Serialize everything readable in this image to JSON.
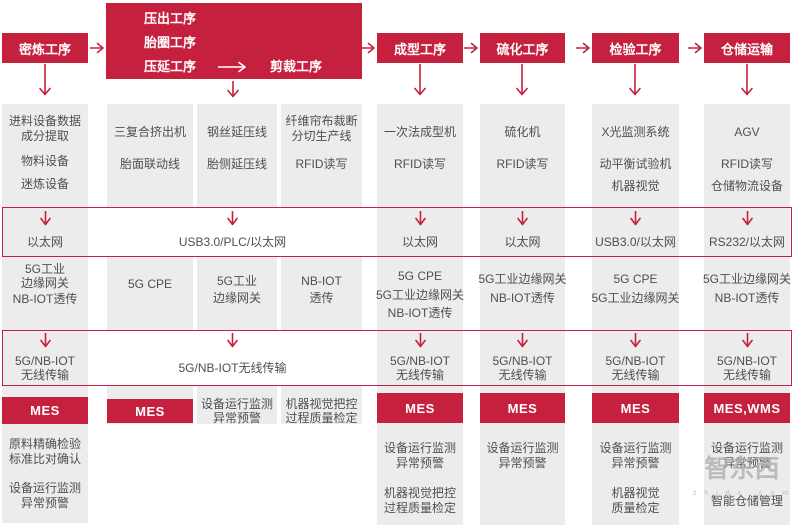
{
  "colors": {
    "red": "#C5213E",
    "panel": "#ECECEC",
    "text": "#4F4F4F"
  },
  "stages": {
    "s1": "密炼工序",
    "s3": "成型工序",
    "s4": "硫化工序",
    "s5": "检验工序",
    "s6": "仓储运输"
  },
  "combined_box": {
    "l1": "压出工序",
    "l2": "胎圈工序",
    "l3": "压延工序",
    "l3b": "剪裁工序"
  },
  "equip": {
    "c1": [
      "进料设备数据",
      "成分提取",
      "物料设备",
      "迷炼设备"
    ],
    "c2": [
      "三复合挤出机",
      "胎面联动线"
    ],
    "c3": [
      "钢丝延压线",
      "胎侧延压线"
    ],
    "c4": [
      "纤维帘布裁断",
      "分切生产线",
      "RFID读写"
    ],
    "c5": [
      "一次法成型机",
      "RFID读写"
    ],
    "c6": [
      "硫化机",
      "RFID读写"
    ],
    "c7": [
      "X光监测系统",
      "动平衡试验机",
      "机器视觉"
    ],
    "c8": [
      "AGV",
      "RFID读写",
      "仓储物流设备"
    ]
  },
  "band1": {
    "c1": "以太网",
    "m": "USB3.0/PLC/以太网",
    "c5": "以太网",
    "c6": "以太网",
    "c7": "USB3.0/以太网",
    "c8": "RS232/以太网"
  },
  "gw": {
    "c1": [
      "5G工业",
      "边缘网关",
      "NB-IOT透传"
    ],
    "c2": [
      "5G CPE"
    ],
    "c3": [
      "5G工业",
      "边缘网关"
    ],
    "c4": [
      "NB-IOT",
      "透传"
    ],
    "c5": [
      "5G CPE",
      "5G工业边缘网关",
      "NB-IOT透传"
    ],
    "c6": [
      "5G工业边缘网关",
      "NB-IOT透传"
    ],
    "c7": [
      "5G CPE",
      "5G工业边缘网关"
    ],
    "c8": [
      "5G工业边缘网关",
      "NB-IOT透传"
    ]
  },
  "band2": {
    "c1": [
      "5G/NB-IOT",
      "无线传输"
    ],
    "m": "5G/NB-IOT无线传输",
    "c5": [
      "5G/NB-IOT",
      "无线传输"
    ],
    "c6": [
      "5G/NB-IOT",
      "无线传输"
    ],
    "c7": [
      "5G/NB-IOT",
      "无线传输"
    ],
    "c8": [
      "5G/NB-IOT",
      "无线传输"
    ]
  },
  "mes": {
    "c1": "MES",
    "c2": "MES",
    "c3": [
      "设备运行监测",
      "异常预警"
    ],
    "c4": [
      "机器视觉把控",
      "过程质量检定"
    ],
    "c5": "MES",
    "c6": "MES",
    "c7": "MES",
    "c8": "MES,WMS"
  },
  "bottom": {
    "c1": [
      "原料精确检验",
      "标准比对确认",
      "设备运行监测",
      "异常预警"
    ],
    "c5": [
      "设备运行监测",
      "异常预警",
      "机器视觉把控",
      "过程质量检定"
    ],
    "c6": [
      "设备运行监测",
      "异常预警"
    ],
    "c7": [
      "设备运行监测",
      "异常预警",
      "机器视觉",
      "质量检定"
    ],
    "c8": [
      "设备运行监测",
      "异常预警",
      "智能仓储管理"
    ]
  },
  "watermark": {
    "logo": "智东西",
    "domain": "z h i d x . c o m"
  }
}
